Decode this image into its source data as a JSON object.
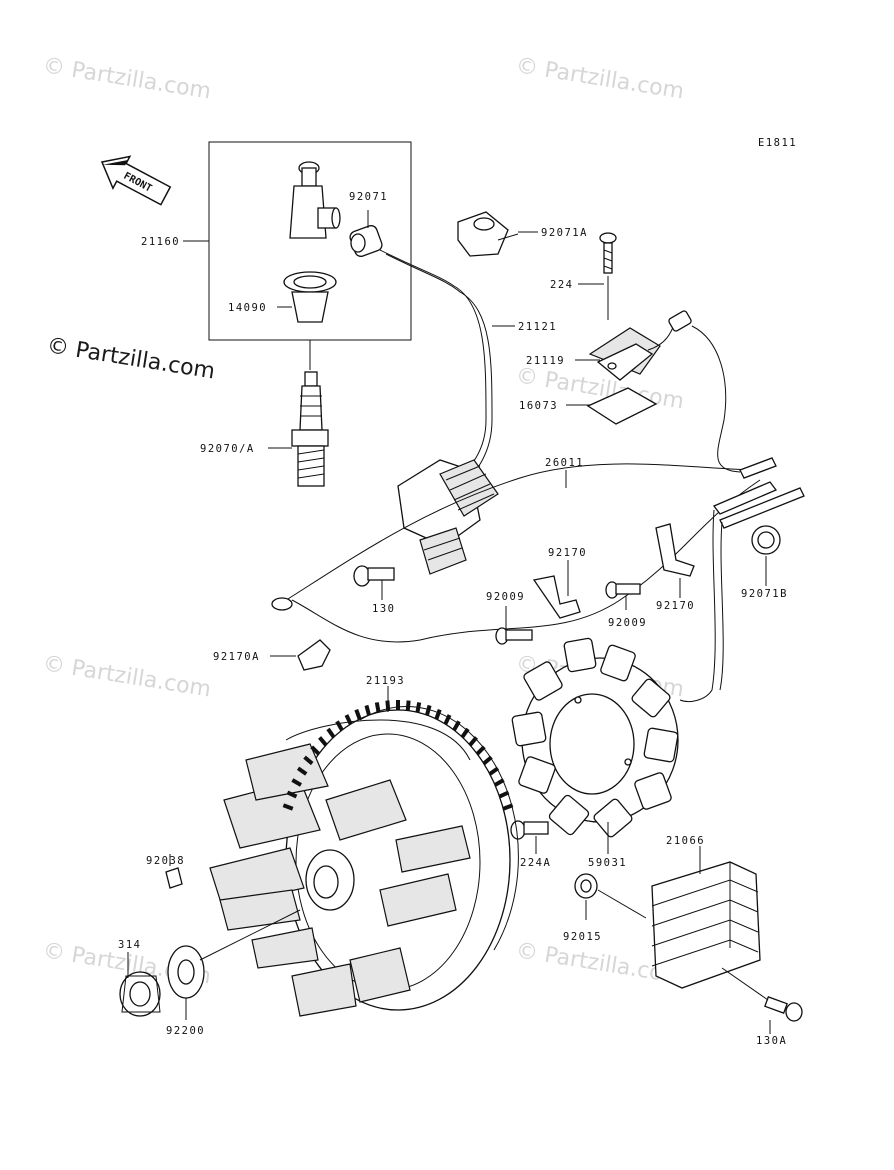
{
  "diagram": {
    "code": "E1811",
    "front_label": "FRONT",
    "watermarks": [
      "© Partzilla.com",
      "© Partzilla.com",
      "© Partzilla.com",
      "© Partzilla.com",
      "© Partzilla.com",
      "© Partzilla.com",
      "© Partzilla.com",
      "© Partzilla.com"
    ],
    "callouts": {
      "p21160": "21160",
      "p92071": "92071",
      "p92071A": "92071A",
      "p14090": "14090",
      "p21121": "21121",
      "p224": "224",
      "p21119": "21119",
      "p16073": "16073",
      "p92070A": "92070/A",
      "p26011": "26011",
      "p92170a": "92170",
      "p92009a": "92009",
      "p130": "130",
      "p92009b": "92009",
      "p92170b": "92170",
      "p92071B": "92071B",
      "p92170A": "92170A",
      "p21193": "21193",
      "p92038": "92038",
      "p224A": "224A",
      "p59031": "59031",
      "p21066": "21066",
      "p314": "314",
      "p92015": "92015",
      "p92200": "92200",
      "p130A": "130A"
    }
  }
}
